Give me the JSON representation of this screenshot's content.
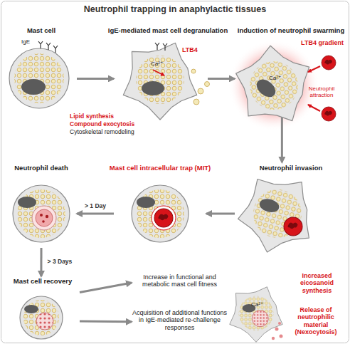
{
  "diagram": {
    "title": "Neutrophil trapping in anaphylactic tissues",
    "nodes": [
      {
        "text": [
          "Mast cell",
          "IgE"
        ]
      },
      {
        "text": [
          "IgE-mediated mast cell degranulation",
          "LTB4",
          "Ca²⁺"
        ]
      },
      {
        "text": [
          "Induction of neutrophil swarming",
          "LTB4 gradient",
          "Neutrophil attraction",
          "Ca²⁺"
        ]
      },
      {
        "text": [
          "Neutrophil invasion"
        ]
      },
      {
        "text": [
          "Mast cell intracellular trap (MIT)"
        ]
      },
      {
        "text": [
          "Neutrophil death"
        ]
      },
      {
        "text": [
          "Mast cell recovery"
        ]
      },
      {
        "text": [
          "Increase in functional and metabolic mast cell fitness"
        ]
      },
      {
        "text": [
          "Acquisition of additional functions in IgE-mediated re-challenge responses"
        ]
      },
      {
        "text": [
          "Increased eicosanoid synthesis",
          "Release of neutrophilic material (Nexocytosis)",
          "Ca²⁺"
        ]
      }
    ],
    "edges": [
      {
        "from": 0,
        "to": 1,
        "arrow": "to"
      },
      {
        "from": 1,
        "to": 2,
        "arrow": "to"
      },
      {
        "from": 2,
        "to": 3,
        "arrow": "to"
      },
      {
        "from": 3,
        "to": 4,
        "arrow": "to"
      },
      {
        "from": 4,
        "to": 5,
        "label": "> 1 Day",
        "arrow": "to"
      },
      {
        "from": 5,
        "to": 6,
        "label": "> 3 Days",
        "arrow": "to"
      },
      {
        "from": 6,
        "to": 7,
        "arrow": "to"
      },
      {
        "from": 6,
        "to": 8,
        "arrow": "to"
      }
    ],
    "labels": [
      "Lipid synthesis",
      "Compound exocytosis",
      "Cytoskeletal remodeling"
    ]
  }
}
